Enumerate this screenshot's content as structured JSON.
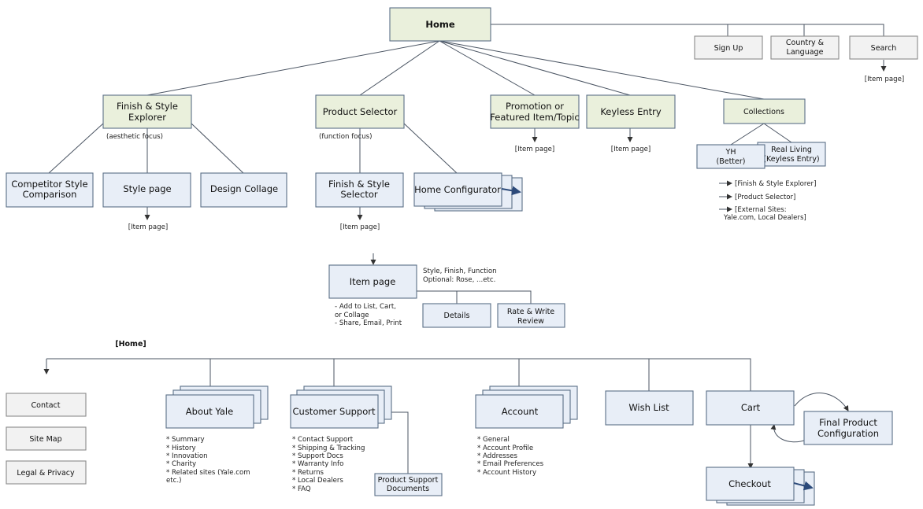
{
  "home": "Home",
  "sign_up": "Sign Up",
  "country": [
    "Country &",
    "Language"
  ],
  "search": "Search",
  "search_item": "[Item page]",
  "finish_style": [
    "Finish & Style",
    "Explorer"
  ],
  "aesthetic": "(aesthetic focus)",
  "product_selector": "Product Selector",
  "function_focus": "(function focus)",
  "promotion": [
    "Promotion or",
    "Featured Item/Topic"
  ],
  "promotion_item": "[Item page]",
  "keyless": "Keyless Entry",
  "keyless_item": "[Item page]",
  "collections": "Collections",
  "yh": [
    "YH",
    "(Better)"
  ],
  "real_living": [
    "Real Living",
    "(Keyless Entry)"
  ],
  "collection_links": [
    "[Finish & Style Explorer]",
    "[Product Selector]",
    "[External Sites:",
    "Yale.com, Local Dealers]"
  ],
  "competitor": [
    "Competitor Style",
    "Comparison"
  ],
  "style_page": "Style page",
  "style_item": "[Item page]",
  "design_collage": "Design Collage",
  "fs_selector": [
    "Finish & Style",
    "Selector"
  ],
  "fs_selector_item": "[Item page]",
  "home_config": "Home Configurator",
  "item_page": "Item page",
  "item_options": [
    "Style, Finish, Function",
    "Optional: Rose, ...etc."
  ],
  "item_actions": [
    "- Add to List, Cart,",
    "or Collage",
    "- Share, Email, Print"
  ],
  "details": "Details",
  "rate": [
    "Rate & Write",
    "Review"
  ],
  "home2": "[Home]",
  "contact": "Contact",
  "site_map": "Site Map",
  "legal": "Legal & Privacy",
  "about": "About Yale",
  "about_items": [
    "* Summary",
    "* History",
    "* Innovation",
    "* Charity",
    "* Related sites (Yale.com",
    "etc.)"
  ],
  "support": "Customer Support",
  "support_items": [
    "* Contact Support",
    "* Shipping & Tracking",
    "* Support Docs",
    "* Warranty Info",
    "* Returns",
    "* Local Dealers",
    "* FAQ"
  ],
  "support_docs": [
    "Product Support",
    "Documents"
  ],
  "account": "Account",
  "account_items": [
    "* General",
    "* Account Profile",
    "* Addresses",
    "* Email Preferences",
    "* Account History"
  ],
  "wish": "Wish List",
  "cart": "Cart",
  "final": [
    "Final Product",
    "Configuration"
  ],
  "checkout": "Checkout"
}
